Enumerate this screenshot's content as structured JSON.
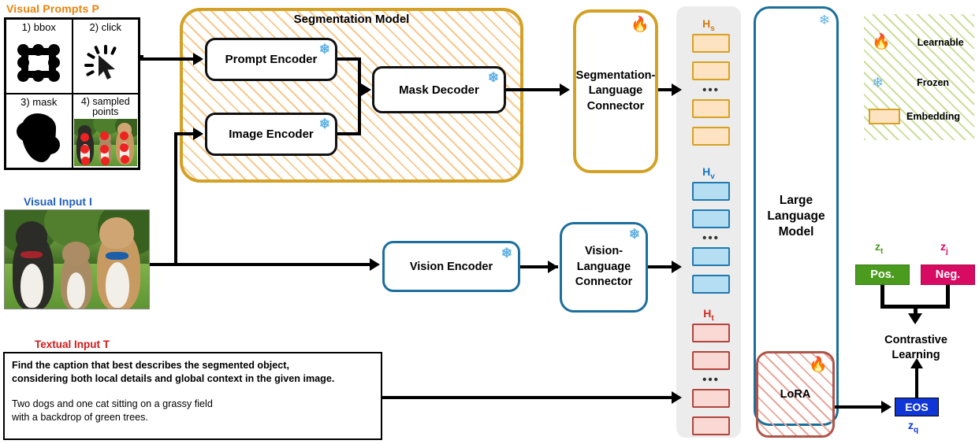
{
  "visual_prompts": {
    "title": "Visual Prompts P",
    "cells": [
      {
        "label": "1) bbox",
        "icon": "bounding-box-icon"
      },
      {
        "label": "2) click",
        "icon": "cursor-click-icon"
      },
      {
        "label": "3) mask",
        "icon": "mask-blob-icon"
      },
      {
        "label": "4) sampled points",
        "icon": "sampled-points-image"
      }
    ]
  },
  "visual_input": {
    "title": "Visual Input I",
    "image_alt": "two dogs and a cat on grass"
  },
  "textual_input": {
    "title": "Textual Input T",
    "instruction_line1": "Find the caption that best describes the segmented object,",
    "instruction_line2": "considering both local details and global context in the given image.",
    "caption_line1": "Two dogs and one cat sitting on a grassy field",
    "caption_line2": "with a backdrop of green trees."
  },
  "segmentation_model": {
    "title": "Segmentation Model",
    "prompt_encoder": "Prompt Encoder",
    "image_encoder": "Image Encoder",
    "mask_decoder": "Mask Decoder"
  },
  "connectors": {
    "segmentation_language": "Segmentation-\nLanguage\nConnector",
    "segmentation_language_l1": "Segmentation-",
    "segmentation_language_l2": "Language",
    "segmentation_language_l3": "Connector",
    "vision_encoder": "Vision Encoder",
    "vision_language_l1": "Vision-",
    "vision_language_l2": "Language",
    "vision_language_l3": "Connector"
  },
  "embeddings": {
    "seg_header": "H",
    "seg_sub": "s",
    "vis_header": "H",
    "vis_sub": "v",
    "txt_header": "H",
    "txt_sub": "t",
    "ellipsis": "•••",
    "seg_color": "#FDE3C2",
    "seg_border": "#D7A122",
    "vis_color": "#B6DEF3",
    "vis_border": "#2079AE",
    "txt_color": "#FAD8D4",
    "txt_border": "#B0453C"
  },
  "llm": {
    "line1": "Large",
    "line2": "Language",
    "line3": "Model",
    "lora": "LoRA",
    "border_color": "#1B6E9C",
    "lora_border_color": "#B0554A"
  },
  "legend": {
    "learnable": "Learnable",
    "frozen": "Frozen",
    "embedding": "Embedding"
  },
  "contrastive": {
    "z_t": "z",
    "z_t_sub": "t",
    "z_j": "z",
    "z_j_sub": "j",
    "z_q": "z",
    "z_q_sub": "q",
    "pos": "Pos.",
    "neg": "Neg.",
    "title_l1": "Contrastive",
    "title_l2": "Learning",
    "eos": "EOS",
    "pos_color": "#4A9B1E",
    "neg_color": "#D80B63",
    "eos_color": "#1136D8"
  },
  "icons": {
    "frozen": "❄",
    "flame": "🔥"
  }
}
